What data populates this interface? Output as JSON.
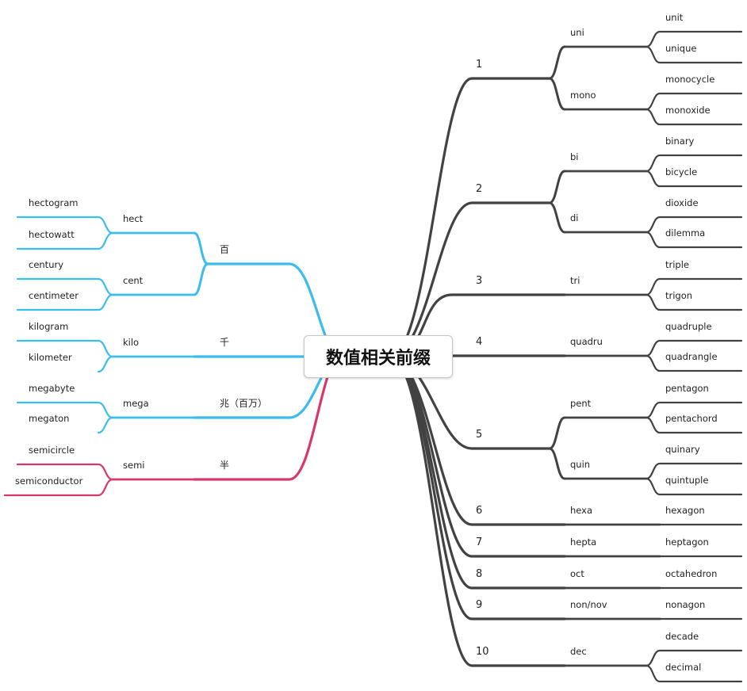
{
  "root": {
    "label": "数值相关前缀"
  },
  "colors": {
    "right": "#424242",
    "blue": "#3bbcee",
    "red": "#d6386a"
  },
  "right": [
    {
      "label": "1",
      "children": [
        {
          "label": "uni",
          "leaves": [
            "unit",
            "unique"
          ]
        },
        {
          "label": "mono",
          "leaves": [
            "monocycle",
            "monoxide"
          ]
        }
      ]
    },
    {
      "label": "2",
      "children": [
        {
          "label": "bi",
          "leaves": [
            "binary",
            "bicycle"
          ]
        },
        {
          "label": "di",
          "leaves": [
            "dioxide",
            "dilemma"
          ]
        }
      ]
    },
    {
      "label": "3",
      "children": [
        {
          "label": "tri",
          "leaves": [
            "triple",
            "trigon"
          ]
        }
      ]
    },
    {
      "label": "4",
      "children": [
        {
          "label": "quadru",
          "leaves": [
            "quadruple",
            "quadrangle"
          ]
        }
      ]
    },
    {
      "label": "5",
      "children": [
        {
          "label": "pent",
          "leaves": [
            "pentagon",
            "pentachord"
          ]
        },
        {
          "label": "quin",
          "leaves": [
            "quinary",
            "quintuple"
          ]
        }
      ]
    },
    {
      "label": "6",
      "children": [
        {
          "label": "hexa",
          "leaves": [
            "hexagon"
          ]
        }
      ]
    },
    {
      "label": "7",
      "children": [
        {
          "label": "hepta",
          "leaves": [
            "heptagon"
          ]
        }
      ]
    },
    {
      "label": "8",
      "children": [
        {
          "label": "oct",
          "leaves": [
            "octahedron"
          ]
        }
      ]
    },
    {
      "label": "9",
      "children": [
        {
          "label": "non/nov",
          "leaves": [
            "nonagon"
          ]
        }
      ]
    },
    {
      "label": "10",
      "children": [
        {
          "label": "dec",
          "leaves": [
            "decade",
            "decimal"
          ]
        }
      ]
    }
  ],
  "left": [
    {
      "label": "百",
      "color": "blue",
      "children": [
        {
          "label": "hect",
          "leaves": [
            "hectogram",
            "hectowatt"
          ]
        },
        {
          "label": "cent",
          "leaves": [
            "century",
            "centimeter"
          ]
        }
      ]
    },
    {
      "label": "千",
      "color": "blue",
      "children": [
        {
          "label": "kilo",
          "leaves": [
            "kilogram",
            "kilometer"
          ]
        }
      ]
    },
    {
      "label": "兆（百万）",
      "color": "blue",
      "children": [
        {
          "label": "mega",
          "leaves": [
            "megabyte",
            "megaton"
          ]
        }
      ]
    },
    {
      "label": "半",
      "color": "red",
      "children": [
        {
          "label": "semi",
          "leaves": [
            "semicircle",
            "semiconductor"
          ]
        }
      ]
    }
  ]
}
